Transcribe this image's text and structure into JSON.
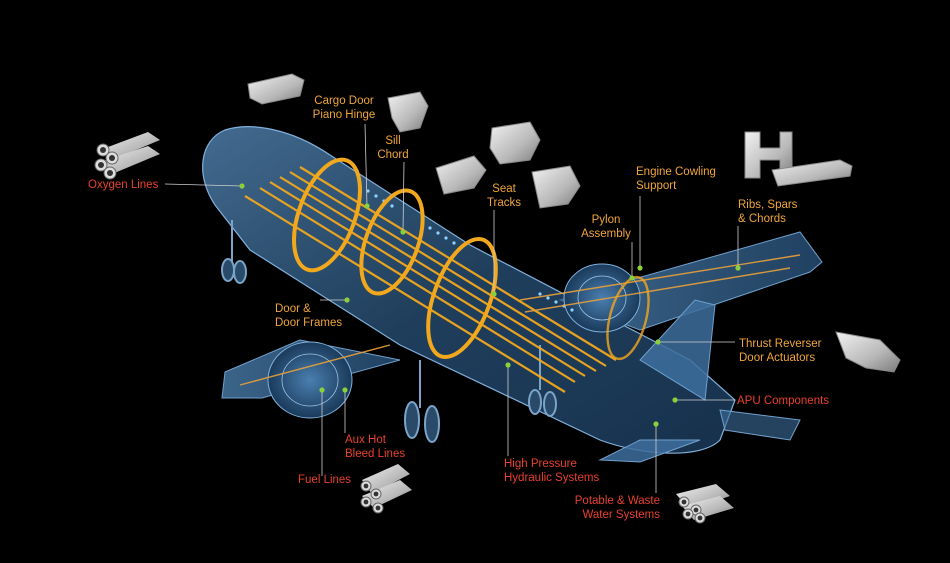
{
  "colors": {
    "background": "#000000",
    "structure_label": "#f0a53a",
    "system_label": "#e8412c",
    "fuselage": "#3c6e9e",
    "frame": "#f2a81d",
    "point": "#8ad03a"
  },
  "labels": {
    "oxygen_lines": "Oxygen Lines",
    "cargo_door_hinge": "Cargo Door\nPiano Hinge",
    "sill_chord": "Sill\nChord",
    "seat_tracks": "Seat\nTracks",
    "engine_cowling": "Engine Cowling\nSupport",
    "pylon_assembly": "Pylon\nAssembly",
    "ribs_spars": "Ribs, Spars\n& Chords",
    "door_frames": "Door &\nDoor Frames",
    "thrust_reverser": "Thrust Reverser\nDoor Actuators",
    "apu_components": "APU Components",
    "aux_hot_bleed": "Aux Hot\nBleed Lines",
    "fuel_lines": "Fuel Lines",
    "high_pressure": "High Pressure\nHydraulic Systems",
    "potable_waste": "Potable & Waste\nWater Systems"
  },
  "icons": [
    "oxygen-tubes-icon",
    "cargo-hinge-extrusion-icon",
    "sill-chord-extrusion-icon",
    "seat-track-extrusion-icon",
    "cowling-extrusion-icon",
    "rib-spar-extrusion-icon",
    "actuator-extrusion-icon",
    "fuel-tubes-icon",
    "water-tubes-icon"
  ]
}
